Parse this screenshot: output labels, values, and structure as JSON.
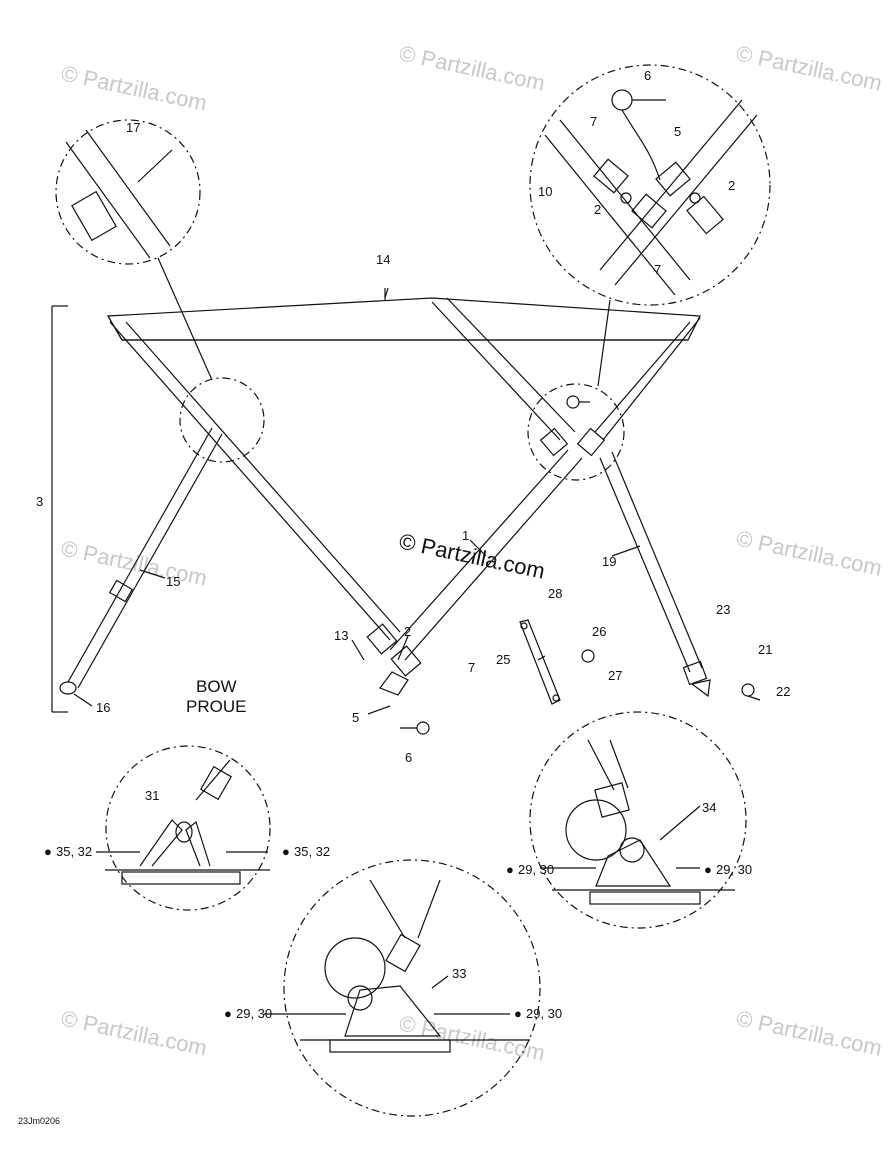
{
  "labels": {
    "l1": "1",
    "l2a": "2",
    "l2b": "2",
    "l2c": "2",
    "l3": "3",
    "l5a": "5",
    "l5b": "5",
    "l6a": "6",
    "l6b": "6",
    "l7a": "7",
    "l7b": "7",
    "l7c": "7",
    "l10": "10",
    "l13": "13",
    "l14": "14",
    "l15": "15",
    "l16": "16",
    "l17": "17",
    "l19": "19",
    "l21": "21",
    "l22": "22",
    "l23": "23",
    "l25": "25",
    "l26": "26",
    "l27": "27",
    "l28": "28",
    "l31": "31",
    "l33": "33",
    "l34": "34",
    "note_35_32_left": "35, 32",
    "note_35_32_right": "35, 32",
    "note_29_30_a": "29, 30",
    "note_29_30_b": "29, 30",
    "note_29_30_c": "29, 30",
    "note_29_30_d": "29, 30"
  },
  "bow_text": {
    "line1": "BOW",
    "line2": "PROUE"
  },
  "watermark": {
    "text": "© Partzilla.com",
    "center_text": "© Partzilla.com"
  },
  "figure_code": "23Jm0206",
  "colors": {
    "line": "#111111",
    "watermark": "#c8c8c8"
  }
}
